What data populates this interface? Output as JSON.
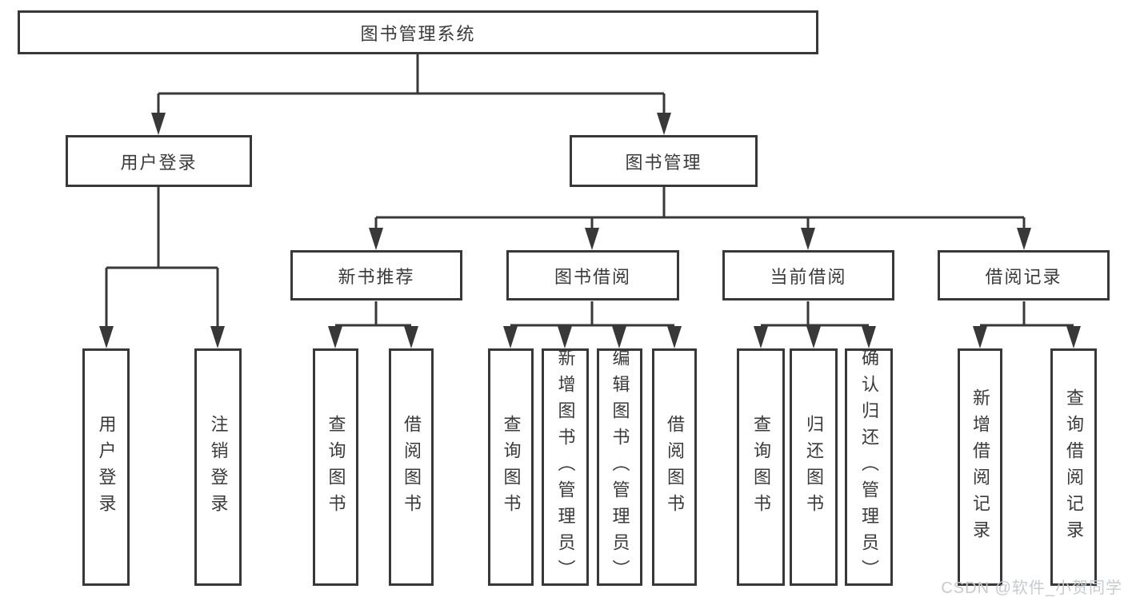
{
  "diagram": {
    "root": {
      "label": "图书管理系统"
    },
    "level2": [
      {
        "label": "用户登录"
      },
      {
        "label": "图书管理"
      }
    ],
    "level3": [
      {
        "label": "新书推荐"
      },
      {
        "label": "图书借阅"
      },
      {
        "label": "当前借阅"
      },
      {
        "label": "借阅记录"
      }
    ],
    "leaves": [
      {
        "label": "用户登录"
      },
      {
        "label": "注销登录"
      },
      {
        "label": "查询图书"
      },
      {
        "label": "借阅图书"
      },
      {
        "label": "查询图书"
      },
      {
        "label": "新增图书（管理员）"
      },
      {
        "label": "编辑图书（管理员）"
      },
      {
        "label": "借阅图书"
      },
      {
        "label": "查询图书"
      },
      {
        "label": "归还图书"
      },
      {
        "label": "确认归还（管理员）"
      },
      {
        "label": "新增借阅记录"
      },
      {
        "label": "查询借阅记录"
      }
    ],
    "watermark": "CSDN @软件_小贺同学",
    "colors": {
      "line": "#383838",
      "text": "#3a3a3a",
      "watermark": "#c7cbce",
      "background": "#ffffff"
    }
  }
}
